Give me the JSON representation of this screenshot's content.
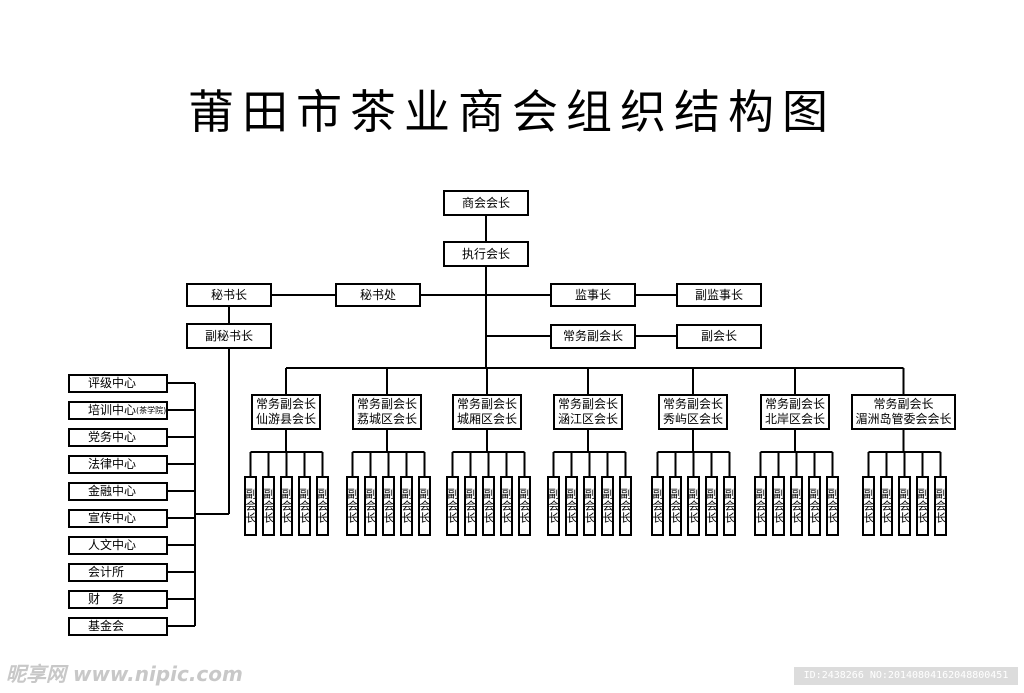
{
  "title": "莆田市茶业商会组织结构图",
  "top": {
    "president": "商会会长",
    "executive": "执行会长"
  },
  "secretariat": {
    "secretary_general": "秘书长",
    "office": "秘书处",
    "deputy_secretary_general": "副秘书长"
  },
  "supervisory": {
    "supervisor": "监事长",
    "deputy_supervisor": "副监事长"
  },
  "vice": {
    "standing_vice": "常务副会长",
    "vice": "副会长"
  },
  "centers": [
    {
      "label": "评级中心"
    },
    {
      "label": "培训中心",
      "note": "(茶学院)"
    },
    {
      "label": "党务中心"
    },
    {
      "label": "法律中心"
    },
    {
      "label": "金融中心"
    },
    {
      "label": "宣传中心"
    },
    {
      "label": "人文中心"
    },
    {
      "label": "会计所"
    },
    {
      "label": "财　务"
    },
    {
      "label": "基金会"
    }
  ],
  "districts": [
    {
      "line1": "常务副会长",
      "line2": "仙游县会长"
    },
    {
      "line1": "常务副会长",
      "line2": "荔城区会长"
    },
    {
      "line1": "常务副会长",
      "line2": "城厢区会长"
    },
    {
      "line1": "常务副会长",
      "line2": "涵江区会长"
    },
    {
      "line1": "常务副会长",
      "line2": "秀屿区会长"
    },
    {
      "line1": "常务副会长",
      "line2": "北岸区会长"
    },
    {
      "line1": "常务副会长",
      "line2": "湄洲岛管委会会长"
    }
  ],
  "sub_label": "副会长",
  "watermark": {
    "logo": "昵享网 www.nipic.com",
    "id": "ID:2438266 NO:20140804162048800451"
  }
}
